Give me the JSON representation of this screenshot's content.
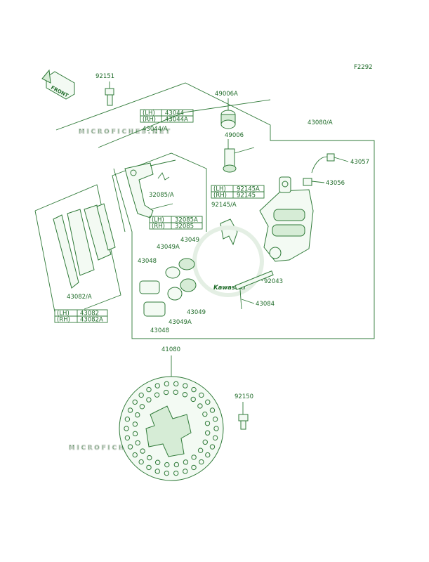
{
  "figure_code": "F2292",
  "front_label": "FRONT",
  "watermark": "MICROFICHES.NET",
  "brand_logo": "Kawasaki",
  "labels": {
    "l92151": "92151",
    "l49006A": "49006A",
    "l49006": "49006",
    "l43044A": "43044/A",
    "l43080A": "43080/A",
    "l43057": "43057",
    "l43056": "43056",
    "l32085A": "32085/A",
    "l92145A": "92145/A",
    "l43049_top": "43049",
    "l43049A_top": "43049A",
    "l43048_top": "43048",
    "l92043": "92043",
    "l43084": "43084",
    "l43082A": "43082/A",
    "l43049_bot": "43049",
    "l43049A_bot": "43049A",
    "l43048_bot": "43048",
    "l41080": "41080",
    "l92150": "92150"
  },
  "tables": {
    "t43044": [
      [
        "(LH)",
        "43044"
      ],
      [
        "(RH)",
        "43044A"
      ]
    ],
    "t92145": [
      [
        "(LH)",
        "92145A"
      ],
      [
        "(RH)",
        "92145"
      ]
    ],
    "t32085": [
      [
        "(LH)",
        "32085A"
      ],
      [
        "(RH)",
        "32085"
      ]
    ],
    "t43082": [
      [
        "(LH)",
        "43082"
      ],
      [
        "(RH)",
        "43082A"
      ]
    ]
  }
}
